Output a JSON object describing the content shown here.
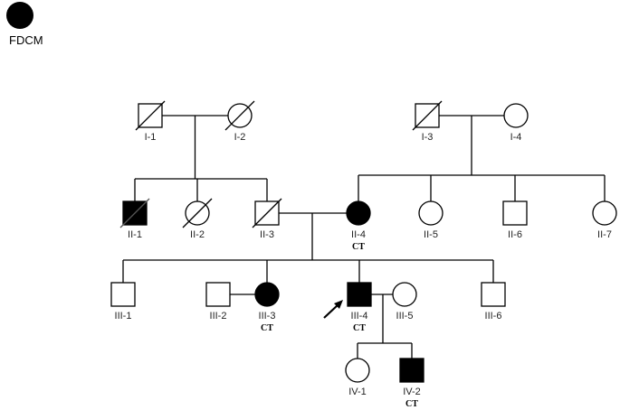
{
  "legend": {
    "label": "FDCM",
    "fill": "#000000"
  },
  "individuals": [
    {
      "id": "I-1",
      "label": "I-1",
      "sex": "male",
      "affected": false,
      "deceased": true,
      "carrier": "",
      "proband": false
    },
    {
      "id": "I-2",
      "label": "I-2",
      "sex": "female",
      "affected": false,
      "deceased": true,
      "carrier": "",
      "proband": false
    },
    {
      "id": "I-3",
      "label": "I-3",
      "sex": "male",
      "affected": false,
      "deceased": true,
      "carrier": "",
      "proband": false
    },
    {
      "id": "I-4",
      "label": "I-4",
      "sex": "female",
      "affected": false,
      "deceased": false,
      "carrier": "",
      "proband": false
    },
    {
      "id": "II-1",
      "label": "II-1",
      "sex": "male",
      "affected": true,
      "deceased": true,
      "carrier": "",
      "proband": false
    },
    {
      "id": "II-2",
      "label": "II-2",
      "sex": "female",
      "affected": false,
      "deceased": true,
      "carrier": "",
      "proband": false
    },
    {
      "id": "II-3",
      "label": "II-3",
      "sex": "male",
      "affected": false,
      "deceased": true,
      "carrier": "",
      "proband": false
    },
    {
      "id": "II-4",
      "label": "II-4",
      "sex": "female",
      "affected": true,
      "deceased": false,
      "carrier": "CT",
      "proband": false
    },
    {
      "id": "II-5",
      "label": "II-5",
      "sex": "female",
      "affected": false,
      "deceased": false,
      "carrier": "",
      "proband": false
    },
    {
      "id": "II-6",
      "label": "II-6",
      "sex": "male",
      "affected": false,
      "deceased": false,
      "carrier": "",
      "proband": false
    },
    {
      "id": "II-7",
      "label": "II-7",
      "sex": "female",
      "affected": false,
      "deceased": false,
      "carrier": "",
      "proband": false
    },
    {
      "id": "III-1",
      "label": "III-1",
      "sex": "male",
      "affected": false,
      "deceased": false,
      "carrier": "",
      "proband": false
    },
    {
      "id": "III-2",
      "label": "III-2",
      "sex": "male",
      "affected": false,
      "deceased": false,
      "carrier": "",
      "proband": false
    },
    {
      "id": "III-3",
      "label": "III-3",
      "sex": "female",
      "affected": true,
      "deceased": false,
      "carrier": "CT",
      "proband": false
    },
    {
      "id": "III-4",
      "label": "III-4",
      "sex": "male",
      "affected": true,
      "deceased": false,
      "carrier": "CT",
      "proband": true
    },
    {
      "id": "III-5",
      "label": "III-5",
      "sex": "female",
      "affected": false,
      "deceased": false,
      "carrier": "",
      "proband": false
    },
    {
      "id": "III-6",
      "label": "III-6",
      "sex": "male",
      "affected": false,
      "deceased": false,
      "carrier": "",
      "proband": false
    },
    {
      "id": "IV-1",
      "label": "IV-1",
      "sex": "female",
      "affected": false,
      "deceased": false,
      "carrier": "",
      "proband": false
    },
    {
      "id": "IV-2",
      "label": "IV-2",
      "sex": "male",
      "affected": true,
      "deceased": false,
      "carrier": "CT",
      "proband": false
    }
  ],
  "couples": [
    {
      "partners": [
        "I-1",
        "I-2"
      ],
      "children": [
        "II-1",
        "II-2",
        "II-3"
      ]
    },
    {
      "partners": [
        "I-3",
        "I-4"
      ],
      "children": [
        "II-4",
        "II-5",
        "II-6",
        "II-7"
      ]
    },
    {
      "partners": [
        "II-3",
        "II-4"
      ],
      "children": [
        "III-1",
        "III-3",
        "III-4",
        "III-6"
      ]
    },
    {
      "partners": [
        "III-2",
        "III-3"
      ],
      "children": []
    },
    {
      "partners": [
        "III-4",
        "III-5"
      ],
      "children": [
        "IV-1",
        "IV-2"
      ]
    }
  ]
}
